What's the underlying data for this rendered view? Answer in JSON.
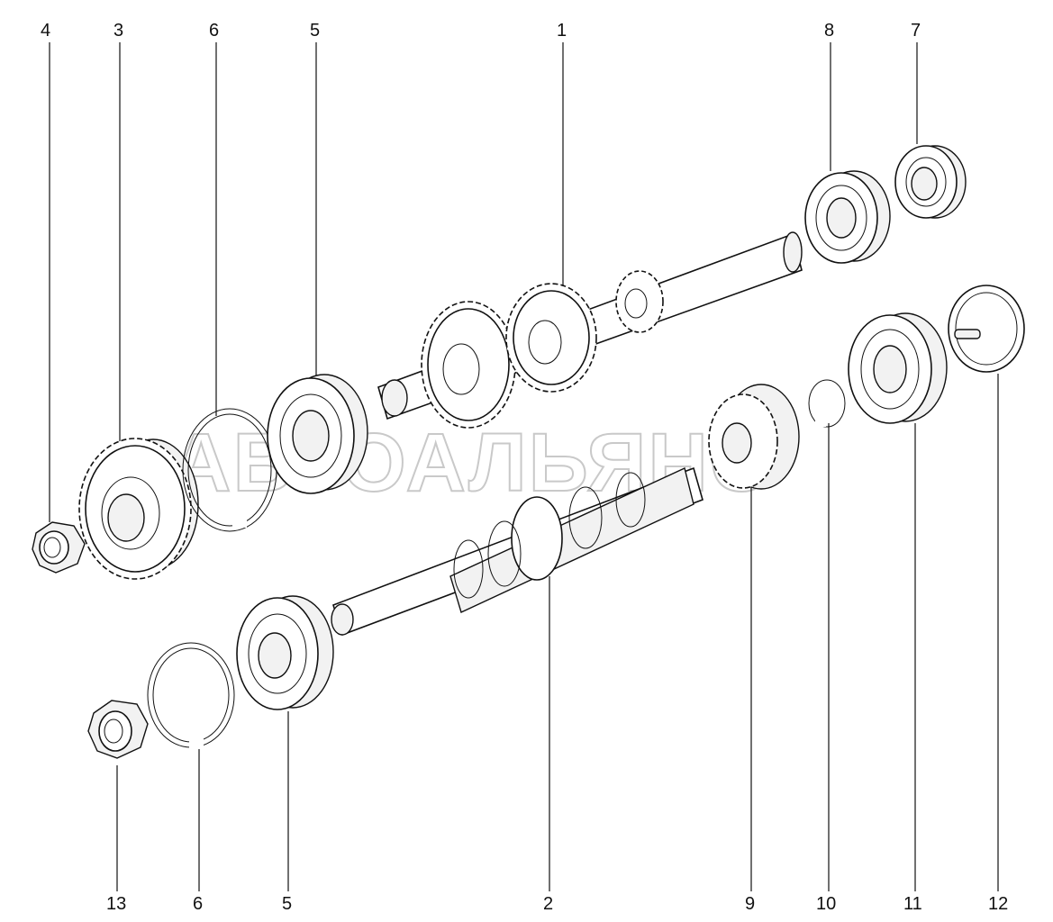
{
  "watermark": "АВТОАЛЬЯНС",
  "callouts_top": [
    "4",
    "3",
    "6",
    "5",
    "1",
    "8",
    "7"
  ],
  "callouts_bottom": [
    "13",
    "6",
    "5",
    "2",
    "9",
    "10",
    "11",
    "12"
  ],
  "parts": {
    "p1": "gear-shaft-upper",
    "p2": "splined-shaft-lower",
    "p3": "helical-gear",
    "p4": "hex-nut",
    "p5": "ball-bearing",
    "p6": "snap-ring",
    "p7": "bearing-seal",
    "p8": "ball-bearing-right",
    "p9": "bevel-gear",
    "p10": "small-circlip",
    "p11": "large-bearing",
    "p12": "end-cap",
    "p13": "hex-nut-lower"
  }
}
